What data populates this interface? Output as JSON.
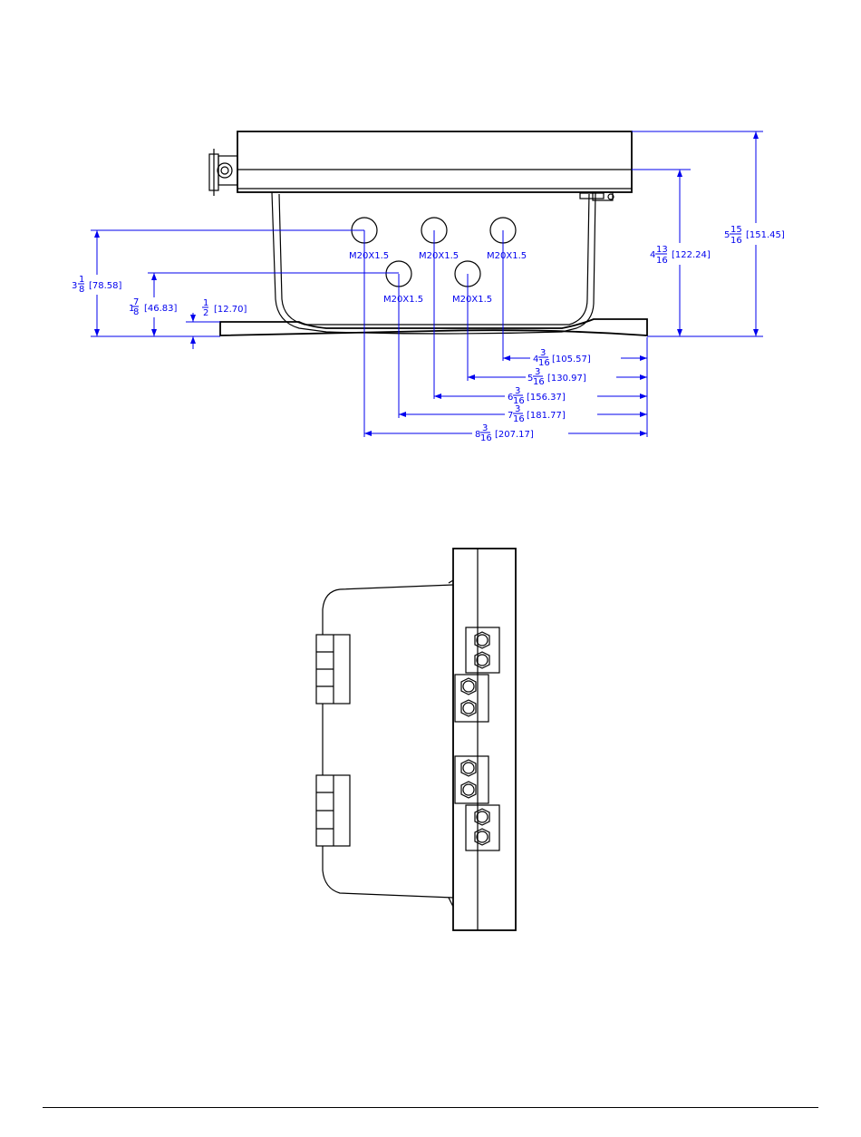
{
  "side_view": {
    "entries": [
      {
        "thread": "M20X1.5",
        "offset": {
          "whole": "8",
          "num": "3",
          "den": "16",
          "mm": "[207.17]"
        }
      },
      {
        "thread": "M20X1.5",
        "offset": {
          "whole": "6",
          "num": "3",
          "den": "16",
          "mm": "[156.37]"
        }
      },
      {
        "thread": "M20X1.5",
        "offset": {
          "whole": "4",
          "num": "3",
          "den": "16",
          "mm": "[105.57]"
        }
      },
      {
        "thread": "M20X1.5",
        "offset": {
          "whole": "7",
          "num": "3",
          "den": "16",
          "mm": "[181.77]"
        }
      },
      {
        "thread": "M20X1.5",
        "offset": {
          "whole": "5",
          "num": "3",
          "den": "16",
          "mm": "[130.97]"
        }
      }
    ],
    "heights": {
      "upper_entries": {
        "whole": "3",
        "num": "1",
        "den": "8",
        "mm": "[78.58]"
      },
      "lower_entries": {
        "whole": "1",
        "num": "7",
        "den": "8",
        "mm": "[46.83]"
      },
      "flange": {
        "whole": "",
        "num": "1",
        "den": "2",
        "mm": "[12.70]"
      },
      "body": {
        "whole": "4",
        "num": "13",
        "den": "16",
        "mm": "[122.24]"
      },
      "overall": {
        "whole": "5",
        "num": "15",
        "den": "16",
        "mm": "[151.45]"
      }
    }
  },
  "colors": {
    "dimension": "#0000ee",
    "outline": "#000000"
  }
}
